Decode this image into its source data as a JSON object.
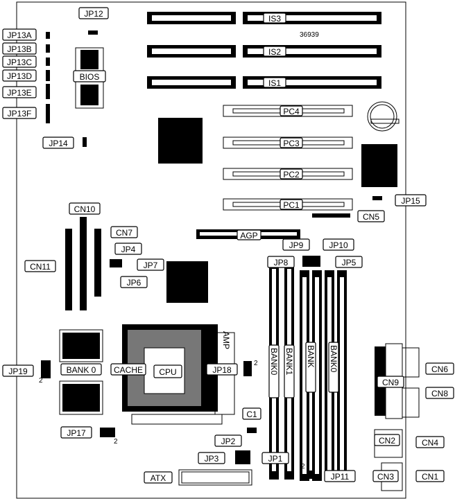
{
  "board_id": "36939",
  "labels": {
    "JP12": "JP12",
    "JP13A": "JP13A",
    "JP13B": "JP13B",
    "JP13C": "JP13C",
    "JP13D": "JP13D",
    "JP13E": "JP13E",
    "JP13F": "JP13F",
    "BIOS": "BIOS",
    "IS3": "IS3",
    "IS2": "IS2",
    "IS1": "IS1",
    "PC4": "PC4",
    "PC3": "PC3",
    "PC2": "PC2",
    "PC1": "PC1",
    "JP14": "JP14",
    "JP15": "JP15",
    "CN5": "CN5",
    "CN10": "CN10",
    "CN7": "CN7",
    "CN11": "CN11",
    "JP4": "JP4",
    "JP7": "JP7",
    "JP6": "JP6",
    "AGP": "AGP",
    "JP9": "JP9",
    "JP10": "JP10",
    "JP8": "JP8",
    "JP5": "JP5",
    "AMP": "AMP",
    "CPU": "CPU",
    "CACHE": "CACHE",
    "BANK0_H": "BANK 0",
    "JP19": "JP19",
    "JP18": "JP18",
    "BANK0_V": "BANK0",
    "BANK1_V": "BANK1",
    "BANK_V": "BANK",
    "CN6": "CN6",
    "CN9": "CN9",
    "CN8": "CN8",
    "C1": "C1",
    "JP17": "JP17",
    "JP2": "JP2",
    "JP3": "JP3",
    "JP1": "JP1",
    "JP11": "JP11",
    "CN2": "CN2",
    "CN4": "CN4",
    "ATX": "ATX",
    "CN3": "CN3",
    "CN1": "CN1"
  },
  "pin_numbers": {
    "jp19_pin": "2",
    "jp18_pin": "2",
    "jp17_pin": "2",
    "jp11_pin": "2"
  }
}
